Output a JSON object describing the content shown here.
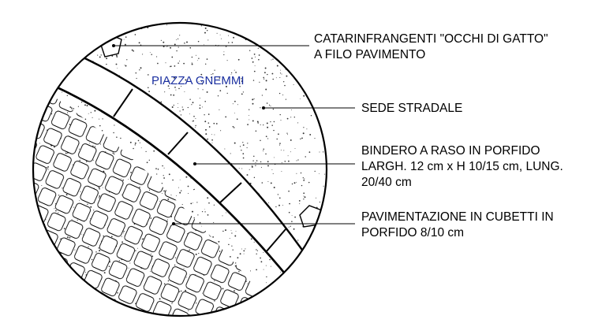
{
  "place_label": "PIAZZA GNEMMI",
  "callouts": [
    {
      "id": "cat-eyes",
      "lines": [
        "CATARINFRANGENTI \"OCCHI DI GATTO\"",
        "A FILO PAVIMENTO"
      ]
    },
    {
      "id": "road",
      "lines": [
        "SEDE STRADALE"
      ]
    },
    {
      "id": "curb",
      "lines": [
        "BINDERO A RASO IN PORFIDO",
        "LARGH. 12 cm x H 10/15 cm, LUNG.",
        "20/40 cm"
      ]
    },
    {
      "id": "paving",
      "lines": [
        "PAVIMENTAZIONE IN CUBETTI IN",
        "PORFIDO 8/10 cm"
      ]
    }
  ],
  "colors": {
    "line": "#000000",
    "place_label": "#1a2fa0"
  }
}
